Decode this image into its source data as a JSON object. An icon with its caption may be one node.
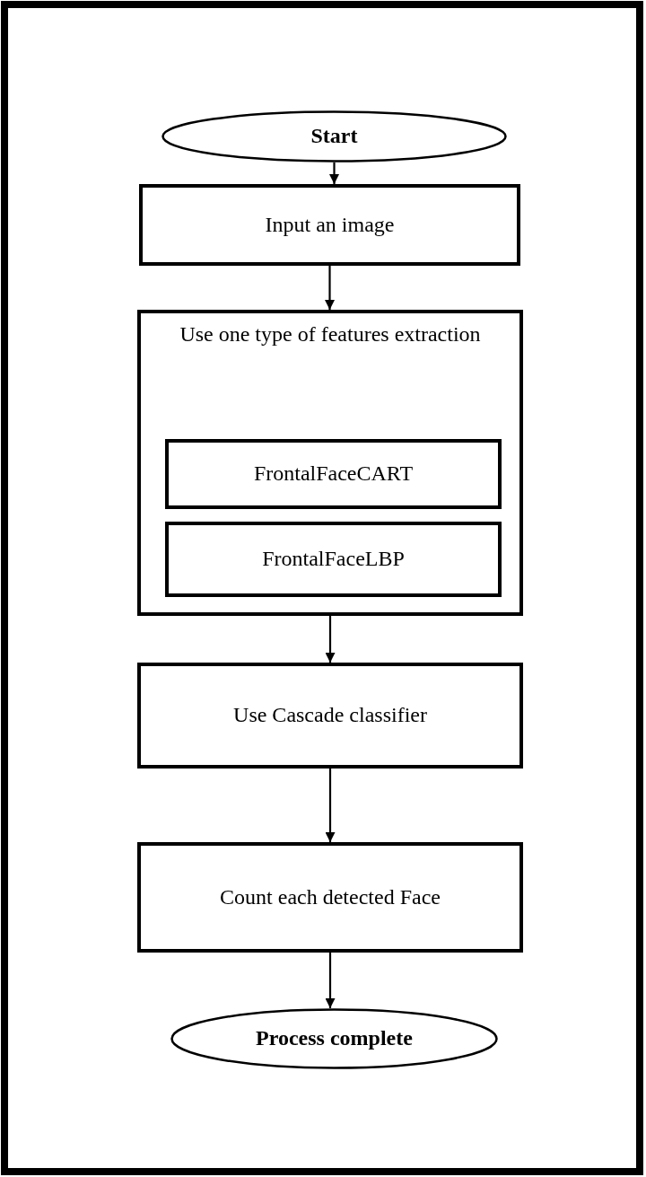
{
  "diagram": {
    "nodes": [
      {
        "text": [
          "Start"
        ]
      },
      {
        "text": [
          "Input an image"
        ]
      },
      {
        "text": [
          "Use one type of features extraction"
        ]
      },
      {
        "text": [
          "FrontalFaceCART"
        ],
        "in": 2
      },
      {
        "text": [
          "FrontalFaceLBP"
        ],
        "in": 2
      },
      {
        "text": [
          "Use Cascade classifier"
        ]
      },
      {
        "text": [
          "Count each detected Face"
        ]
      },
      {
        "text": [
          "Process complete"
        ]
      }
    ],
    "edges": [
      {
        "from": 0,
        "to": 1,
        "arrow": "to"
      },
      {
        "from": 1,
        "to": 2,
        "arrow": "to"
      },
      {
        "from": 2,
        "to": 5,
        "arrow": "to"
      },
      {
        "from": 5,
        "to": 6,
        "arrow": "to"
      },
      {
        "from": 6,
        "to": 7,
        "arrow": "to"
      }
    ]
  }
}
